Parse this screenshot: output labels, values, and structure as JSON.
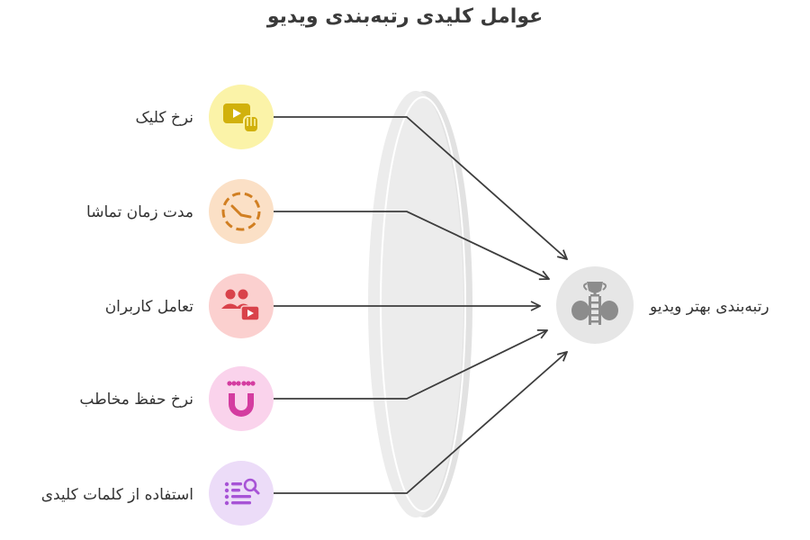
{
  "title": "عوامل کلیدی رتبه‌بندی ویدیو",
  "factors": [
    {
      "label": "نرخ کلیک",
      "icon": "play-click-icon",
      "circle_color": "#fbf3a8",
      "icon_color": "#d1b10c"
    },
    {
      "label": "مدت زمان تماشا",
      "icon": "timer-icon",
      "circle_color": "#fbe0c6",
      "icon_color": "#d17f22"
    },
    {
      "label": "تعامل کاربران",
      "icon": "users-video-icon",
      "circle_color": "#fbd0cf",
      "icon_color": "#d9424a"
    },
    {
      "label": "نرخ حفظ مخاطب",
      "icon": "magnet-icon",
      "circle_color": "#fad3ec",
      "icon_color": "#d43ca0"
    },
    {
      "label": "استفاده از کلمات کلیدی",
      "icon": "keyword-search-icon",
      "circle_color": "#ecdcf8",
      "icon_color": "#a753d6"
    }
  ],
  "result": {
    "label": "رتبه‌بندی بهتر ویدیو",
    "icon": "trophy-ladder-icon",
    "circle_color": "#e6e6e6",
    "icon_color": "#8c8c8c"
  },
  "lens_color": "#e8e8e8",
  "line_color": "#3d3d3d"
}
